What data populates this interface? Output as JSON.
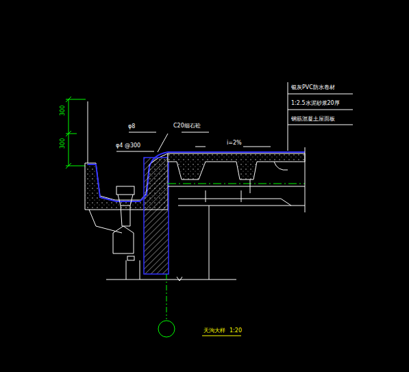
{
  "diagram": {
    "labels": [
      "银灰PVC防水卷材",
      "1:2.5水泥砂浆20厚",
      "钢筋混凝土屋面板",
      "C20细石砼",
      "φ8",
      "φ4 @300",
      "i=2%",
      "300",
      "300",
      "天沟大样",
      "1:20"
    ]
  }
}
